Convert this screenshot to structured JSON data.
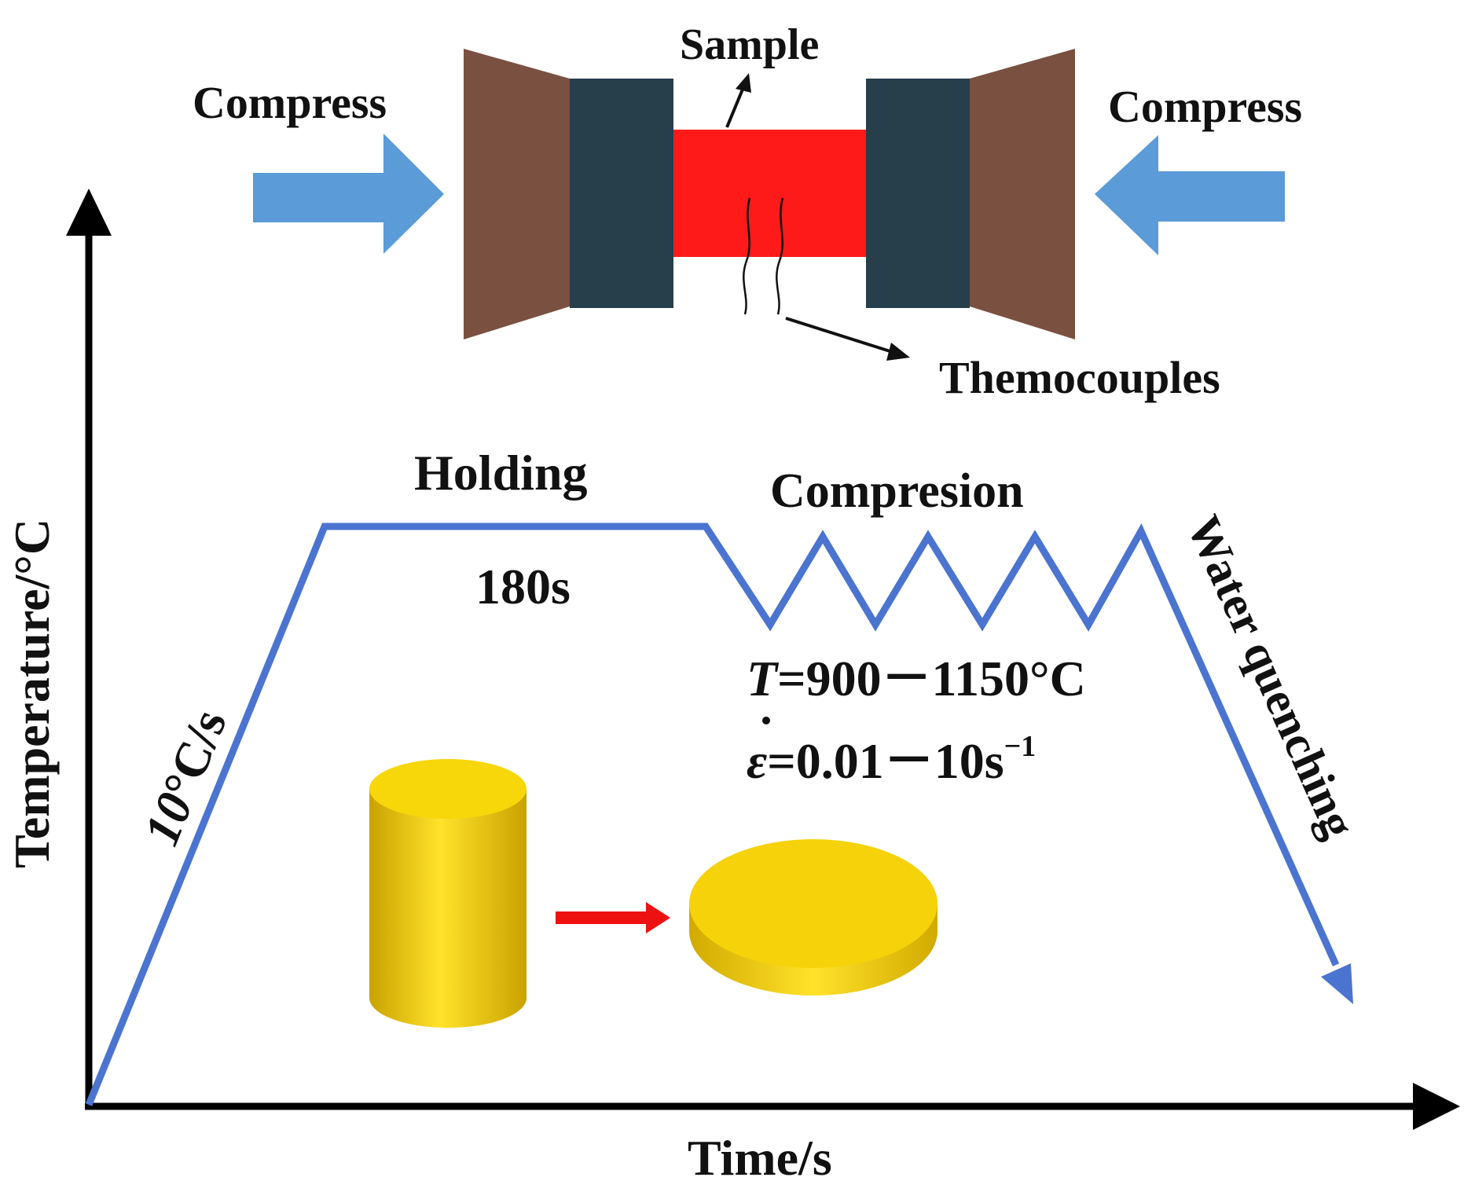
{
  "colors": {
    "anvil": "#7a5040",
    "die": "#263f4a",
    "sample": "#ff1a1a",
    "press_arrow": "#5a9bd8",
    "process_line": "#4a74cf",
    "cylinder": "#f2cc00",
    "axis": "#000000",
    "red_arrow": "#ee1111"
  },
  "labels": {
    "compress_left": "Compress",
    "compress_right": "Compress",
    "sample": "Sample",
    "thermocouples": "Themocouples",
    "holding": "Holding",
    "holding_time": "180s",
    "compression": "Compresion",
    "heating_rate_num": "10",
    "heating_rate_unit": "°C/s",
    "temp_symbol": "T",
    "temp_range": "=900－1150°C",
    "strain_symbol": "ε",
    "strain_range": "=0.01－10s",
    "strain_exp": "−1",
    "quench": "Water quenching",
    "y_axis": "Temperature/°C",
    "x_axis": "Time/s"
  }
}
